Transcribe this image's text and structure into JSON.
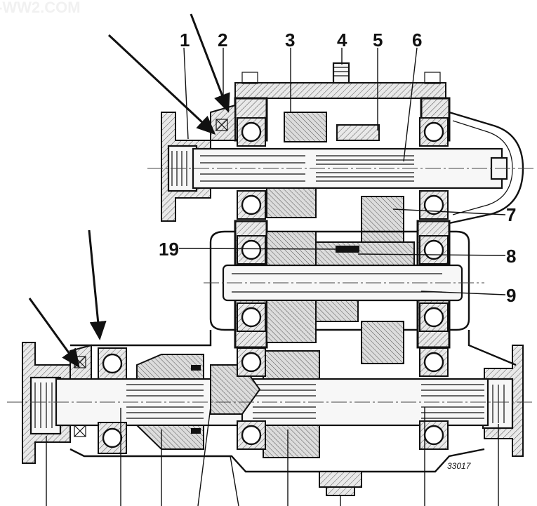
{
  "watermark": "-WW2.COM",
  "drawing_number": "33017",
  "callouts": {
    "c1": "1",
    "c2": "2",
    "c3": "3",
    "c4": "4",
    "c5": "5",
    "c6": "6",
    "c7": "7",
    "c8": "8",
    "c9": "9",
    "c19": "19"
  }
}
